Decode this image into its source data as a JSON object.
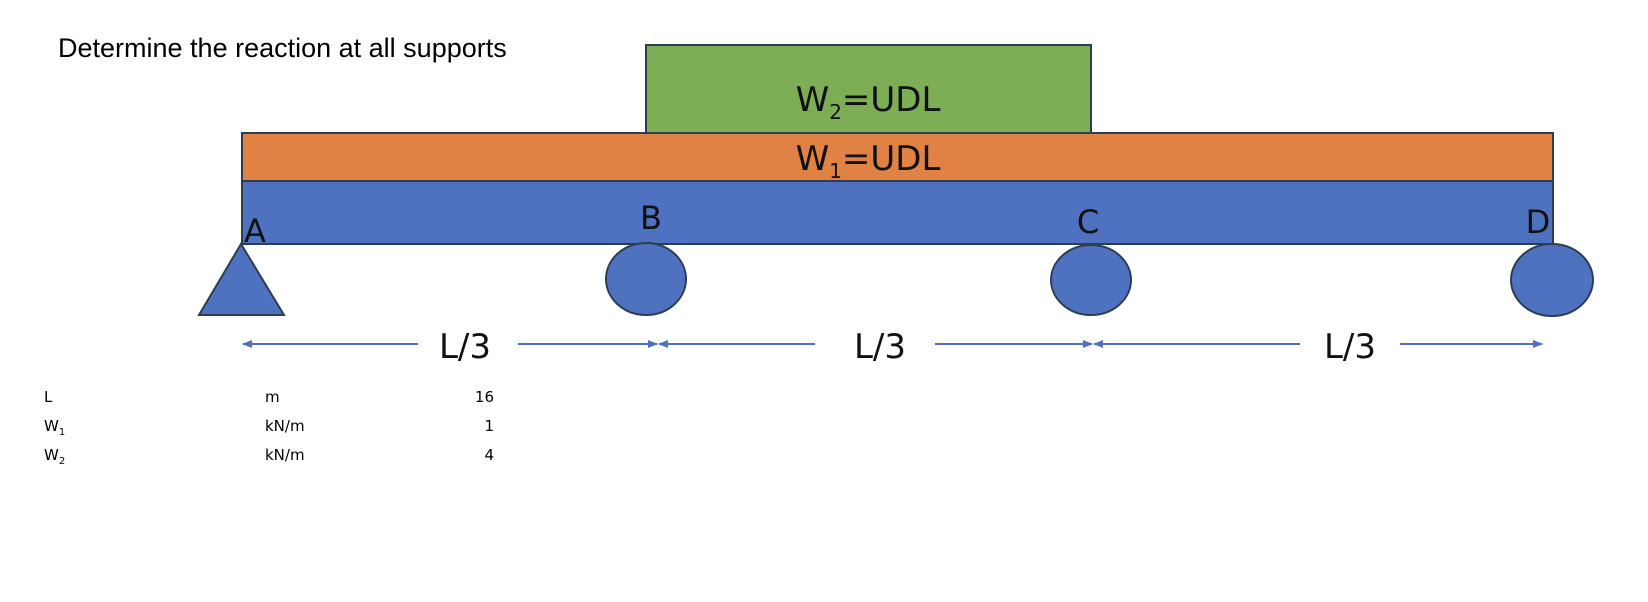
{
  "question": "Determine the reaction at all supports",
  "colors": {
    "beam": "#4F72C0",
    "w1_load": "#E08243",
    "w2_load": "#7DAD55",
    "outline": "#2C3E50",
    "dimension": "#4F72C0"
  },
  "loads": {
    "w2": {
      "symbol": "W",
      "sub": "2",
      "suffix": "=UDL"
    },
    "w1": {
      "symbol": "W",
      "sub": "1",
      "suffix": "=UDL"
    }
  },
  "supports": [
    {
      "label": "A",
      "type": "pin"
    },
    {
      "label": "B",
      "type": "roller"
    },
    {
      "label": "C",
      "type": "roller"
    },
    {
      "label": "D",
      "type": "roller"
    }
  ],
  "spans": [
    "L/3",
    "L/3",
    "L/3"
  ],
  "parameters": [
    {
      "symbol": "L",
      "sub": "",
      "unit": "m",
      "value": "16"
    },
    {
      "symbol": "W",
      "sub": "1",
      "unit": "kN/m",
      "value": "1"
    },
    {
      "symbol": "W",
      "sub": "2",
      "unit": "kN/m",
      "value": "4"
    }
  ]
}
